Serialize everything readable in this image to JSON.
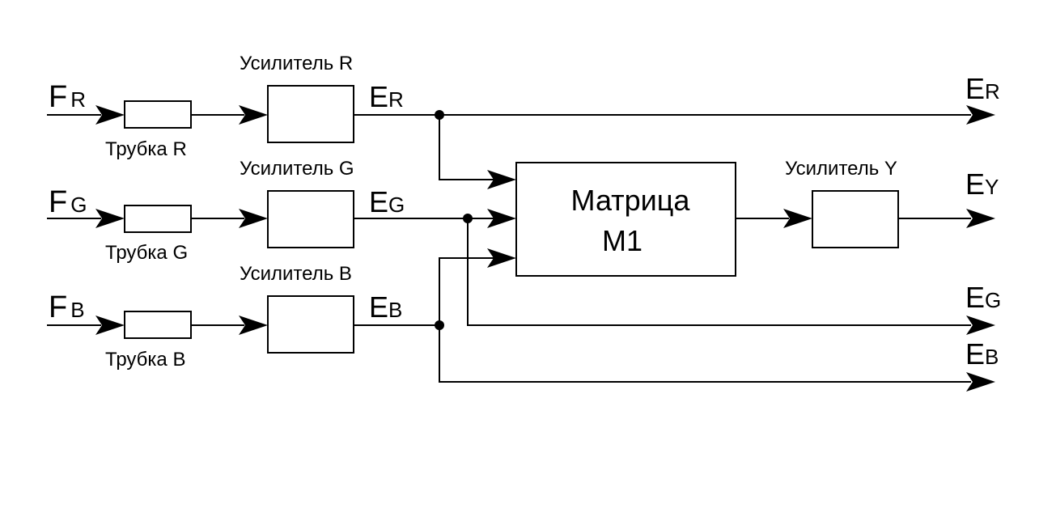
{
  "channels": {
    "r": {
      "input_main": "F",
      "input_sub": "R",
      "tube_label": "Трубка R",
      "amp_label": "Усилитель R",
      "out_main": "E",
      "out_sub": "R"
    },
    "g": {
      "input_main": "F",
      "input_sub": "G",
      "tube_label": "Трубка G",
      "amp_label": "Усилитель G",
      "out_main": "E",
      "out_sub": "G"
    },
    "b": {
      "input_main": "F",
      "input_sub": "B",
      "tube_label": "Трубка B",
      "amp_label": "Усилитель B",
      "out_main": "E",
      "out_sub": "B"
    }
  },
  "matrix": {
    "line1": "Матрица",
    "line2": "M1"
  },
  "amp_y": {
    "label": "Усилитель Y"
  },
  "outputs": {
    "r": {
      "main": "E",
      "sub": "R"
    },
    "y": {
      "main": "E",
      "sub": "Y"
    },
    "g": {
      "main": "E",
      "sub": "G"
    },
    "b": {
      "main": "E",
      "sub": "B"
    }
  }
}
